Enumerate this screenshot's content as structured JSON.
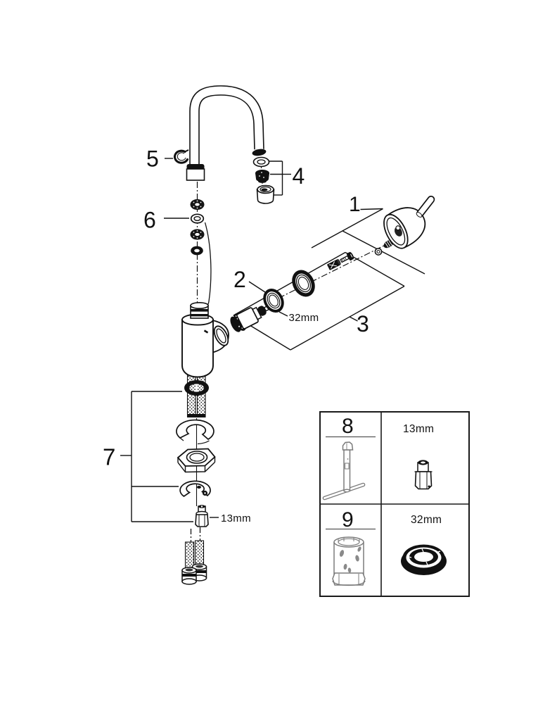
{
  "canvas": {
    "background": "#ffffff",
    "line_color": "#111111",
    "tool_line_color": "#7b7b7b"
  },
  "callouts": {
    "c1": "1",
    "c2": "2",
    "c3": "3",
    "c4": "4",
    "c5": "5",
    "c6": "6",
    "c7": "7"
  },
  "dims": {
    "cap_ring": "32mm",
    "hose_fitting": "13mm"
  },
  "parts_box": {
    "rows": [
      {
        "tool_no": "8",
        "dim": "13mm"
      },
      {
        "tool_no": "9",
        "dim": "32mm"
      }
    ]
  }
}
